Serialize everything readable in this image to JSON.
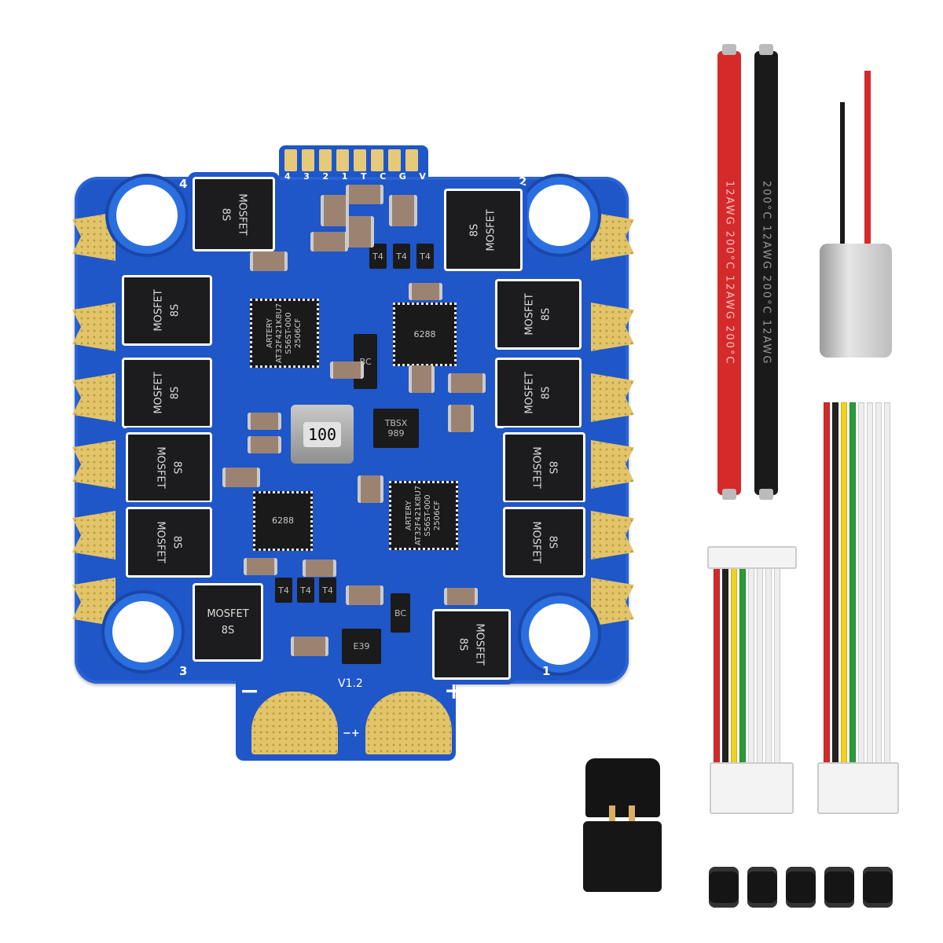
{
  "board": {
    "color": "#1f56c8",
    "pin_labels": [
      "4",
      "3",
      "2",
      "1",
      "T",
      "C",
      "G",
      "V"
    ],
    "corner_numbers": {
      "top_left": "4",
      "top_right": "2",
      "bottom_left": "3",
      "bottom_right": "1"
    },
    "version": "V1.2",
    "power_minus": "−",
    "power_plus": "+",
    "pad_polarity": "−+",
    "mosfets": [
      {
        "l1": "MOSFET",
        "l2": "8S"
      },
      {
        "l1": "8S",
        "l2": "MOSFET"
      },
      {
        "l1": "MOSFET",
        "l2": "8S"
      },
      {
        "l1": "MOSFET",
        "l2": "8S"
      },
      {
        "l1": "8S",
        "l2": "MOSFET"
      },
      {
        "l1": "8S",
        "l2": "MOSFET"
      },
      {
        "l1": "MOSFET",
        "l2": "8S"
      },
      {
        "l1": "MOSFET",
        "l2": "8S"
      },
      {
        "l1": "8S",
        "l2": "MOSFET"
      },
      {
        "l1": "8S",
        "l2": "MOSFET"
      },
      {
        "l1": "MOSFET",
        "l2": "8S"
      },
      {
        "l1": "MOSFET",
        "l2": "8S"
      }
    ],
    "mcu_1": "ARTERY\nAT32F421K8U7\nS56ST-000\n2506CF",
    "mcu_2": "ARTERY\nAT32F421K8U7\nS56ST-000\n2506CF",
    "driver_1": "6288",
    "driver_2": "6288",
    "inductor": "100",
    "regulator": "TBSX\n989",
    "diode_1": "BC",
    "diode_2": "BC",
    "ic_e39": "E39",
    "transistor": "T4"
  },
  "accessories": {
    "red_wire_text": "12AWG 200°C    12AWG 200°C",
    "black_wire_text": "200°C   12AWG 200°C   12AWG",
    "red_color": "#d42a2a",
    "black_color": "#1a1a1a",
    "ribbon_colors": [
      "#d42a2a",
      "#222222",
      "#f0d020",
      "#2a9a3a",
      "#eeeeee",
      "#eeeeee",
      "#eeeeee",
      "#eeeeee"
    ],
    "grommet_count": 5
  }
}
